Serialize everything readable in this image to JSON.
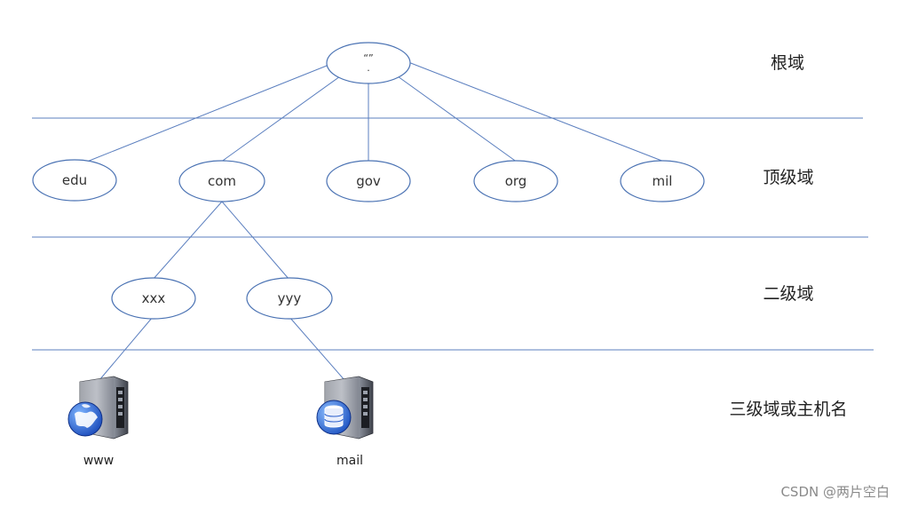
{
  "root": {
    "label": "“”\n."
  },
  "levels": {
    "root": "根域",
    "top": "顶级域",
    "second": "二级域",
    "third": "三级域或主机名"
  },
  "tld": [
    "edu",
    "com",
    "gov",
    "org",
    "mil"
  ],
  "second_level": [
    "xxx",
    "yyy"
  ],
  "hosts": [
    {
      "label": "www",
      "icon": "globe-server-icon"
    },
    {
      "label": "mail",
      "icon": "database-server-icon"
    }
  ],
  "watermark": "CSDN @两片空白",
  "colors": {
    "line": "#5b7fbf",
    "ellipse_stroke": "#4a72b3"
  }
}
